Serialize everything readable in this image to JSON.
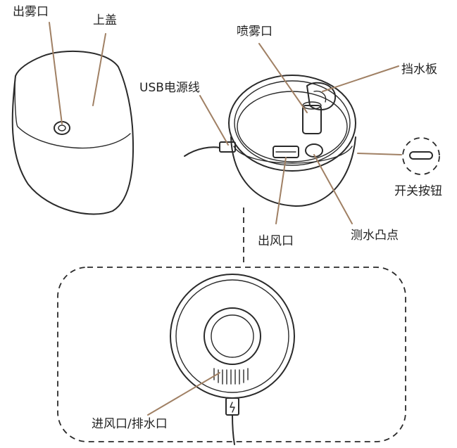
{
  "labels": {
    "mist_outlet": "出雾口",
    "top_cover": "上盖",
    "spray_outlet": "喷雾口",
    "usb_cable": "USB电源线",
    "water_baffle": "挡水板",
    "power_button": "开关按钮",
    "air_outlet": "出风口",
    "water_sensor": "测水凸点",
    "air_inlet_drain": "进风口/排水口"
  },
  "colors": {
    "line": "#2a2a2a",
    "leader": "#a08064",
    "background": "#ffffff"
  }
}
